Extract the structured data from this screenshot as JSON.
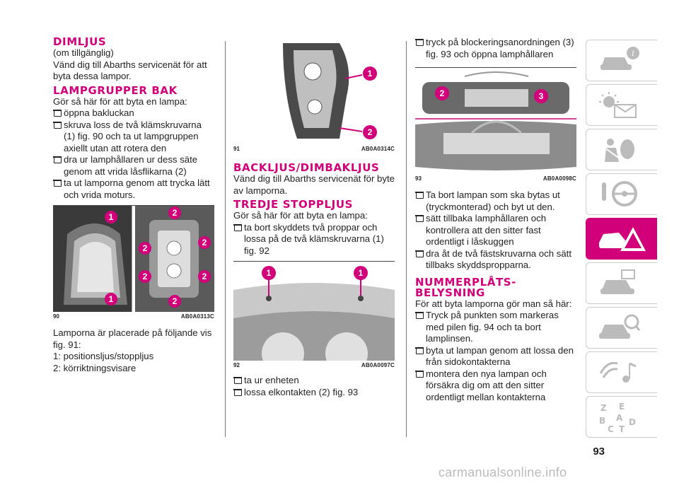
{
  "col1": {
    "h1": "DIMLJUS",
    "p1": "(om tillgänglig)",
    "p2": "Vänd dig till Abarths servicenät för att byta dessa lampor.",
    "h2": "LAMPGRUPPER BAK",
    "p3": "Gör så här för att byta en lampa:",
    "b1": "öppna bakluckan",
    "b2": "skruva loss de två klämskruvarna (1) fig. 90 och ta ut lampgruppen axiellt utan att rotera den",
    "b3": "dra ur lamphållaren ur dess säte genom att vrida låsflikarna (2)",
    "b4": "ta ut lamporna genom att trycka lätt och vrida moturs.",
    "fig_num": "90",
    "fig_code": "AB0A0313C",
    "p4": "Lamporna är placerade på följande vis fig. 91:",
    "p5": "1: positionsljus/stoppljus",
    "p6": "2: körriktningsvisare",
    "callout1": "1",
    "callout2": "2"
  },
  "col2": {
    "fig_num": "91",
    "fig_code": "AB0A0314C",
    "h1": "BACKLJUS/DIMBAKLJUS",
    "p1": "Vänd dig till Abarths servicenät för byte av lamporna.",
    "h2": "TREDJE STOPPLJUS",
    "p2": "Gör så här för att byta en lampa:",
    "b1": "ta bort skyddets två proppar och lossa på de två klämskruvarna (1) fig. 92",
    "fig2_num": "92",
    "fig2_code": "AB0A0097C",
    "b2": "ta ur enheten",
    "b3": "lossa elkontakten (2) fig. 93"
  },
  "col3": {
    "b1": "tryck på blockeringsanordningen (3) fig. 93 och öppna lamphållaren",
    "fig_num": "93",
    "fig_code": "AB0A0098C",
    "b2": "Ta bort lampan som ska bytas ut (tryckmonterad) och byt ut den.",
    "b3": "sätt tillbaka lamphållaren och kontrollera att den sitter fast ordentligt i låskuggen",
    "b4": "dra åt de två fästskruvarna och sätt tillbaks skyddspropparna.",
    "h1": "NUMMERPLÅTS-BELYSNING",
    "p1": "För att byta lamporna gör man så här:",
    "b5": "Tryck på punkten som markeras med pilen fig. 94 och ta bort lamplinsen.",
    "b6": "byta ut lampan genom att lossa den från sidokontakterna",
    "b7": "montera den nya lampan och försäkra dig om att den sitter ordentligt mellan kontakterna",
    "callout2": "2",
    "callout3": "3"
  },
  "page_number": "93",
  "watermark": "carmanualsonline.info",
  "colors": {
    "accent": "#d1007a"
  },
  "sidebar_icons": [
    "car-info-icon",
    "warning-lights-icon",
    "safety-airbag-icon",
    "steering-wheel-icon",
    "emergency-icon",
    "maintenance-car-icon",
    "technical-data-icon",
    "multimedia-icon",
    "index-icon"
  ]
}
